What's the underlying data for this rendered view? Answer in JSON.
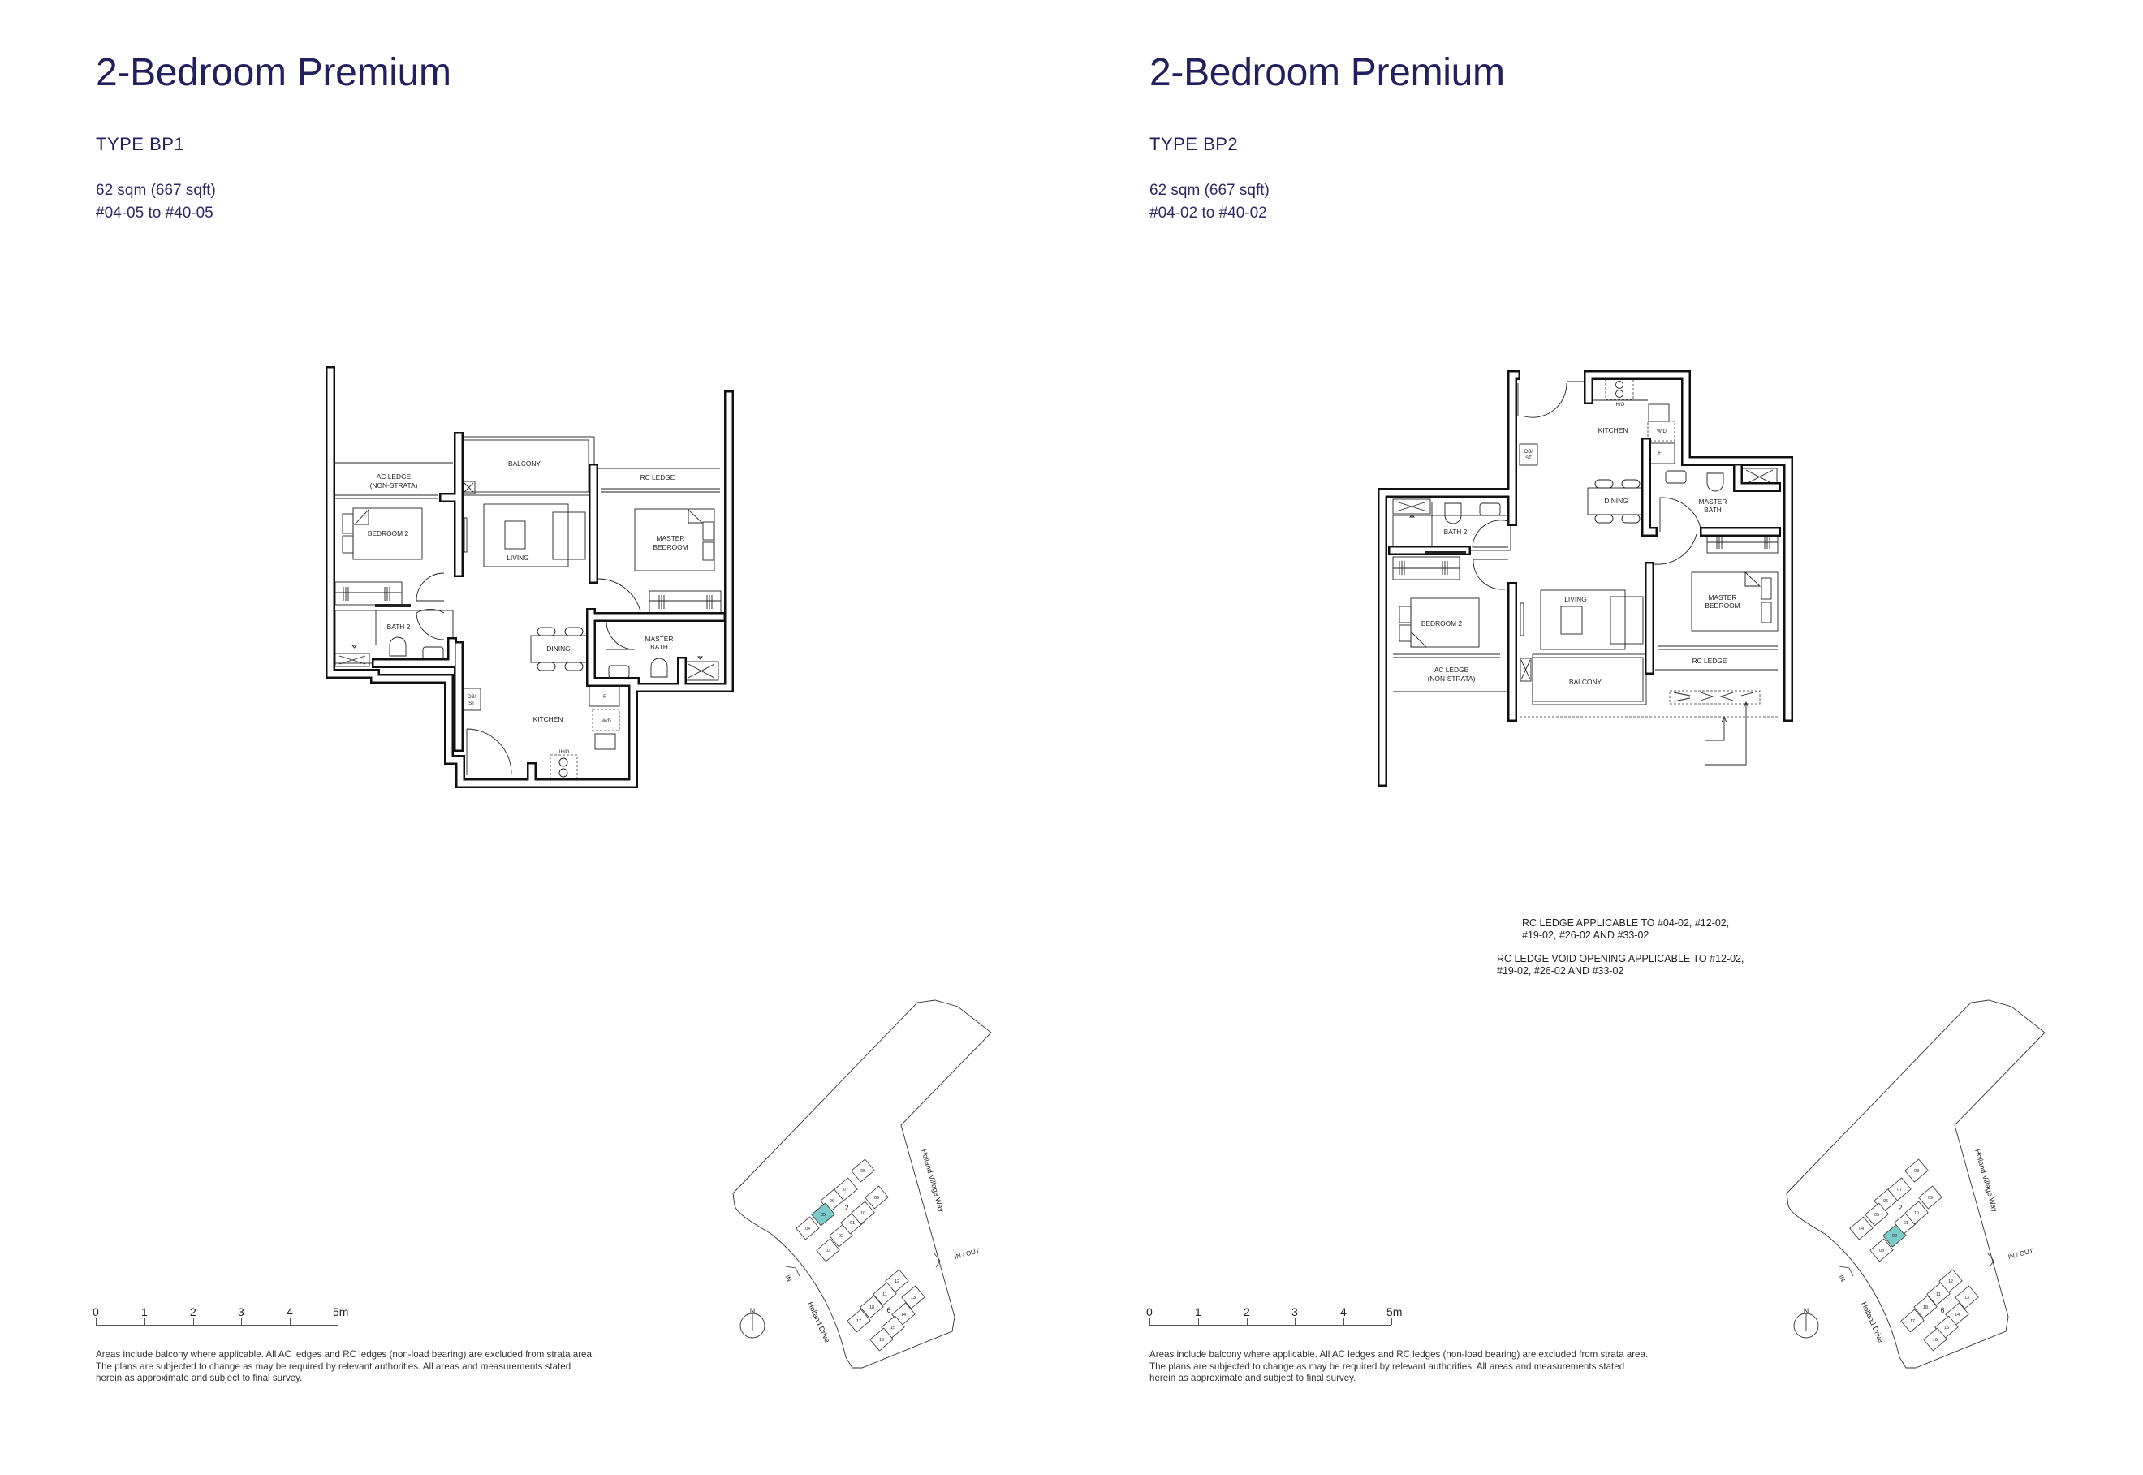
{
  "panels": [
    {
      "title": "2-Bedroom Premium",
      "type": "TYPE BP1",
      "area": "62 sqm (667 sqft)",
      "units": "#04-05 to #40-05",
      "rooms": {
        "balcony": "BALCONY",
        "ac_ledge_1": "AC LEDGE",
        "ac_ledge_2": "(NON-STRATA)",
        "rc_ledge": "RC LEDGE",
        "bedroom2": "BEDROOM 2",
        "living": "LIVING",
        "master_bedroom_1": "MASTER",
        "master_bedroom_2": "BEDROOM",
        "bath2": "BATH 2",
        "dining": "DINING",
        "master_bath_1": "MASTER",
        "master_bath_2": "BATH",
        "dbst_1": "DB/",
        "dbst_2": "ST",
        "kitchen": "KITCHEN",
        "fridge": "F",
        "washer": "W/D",
        "hob": "IH/O"
      },
      "scale": [
        "0",
        "1",
        "2",
        "3",
        "4",
        "5m"
      ],
      "footnote": "Areas include balcony where applicable. All AC ledges and RC ledges (non-load bearing) are excluded from strata area. The plans are subjected to change as may be required by relevant authorities. All areas and measurements stated herein as approximate and subject to final survey.",
      "site": {
        "highlight": "05",
        "north": "N",
        "road1": "Holland Village Way",
        "road2": "Holland Drive",
        "in": "IN",
        "inout": "IN / OUT",
        "block_a": "2",
        "block_b": "6"
      }
    },
    {
      "title": "2-Bedroom Premium",
      "type": "TYPE BP2",
      "area": "62 sqm (667 sqft)",
      "units": "#04-02 to #40-02",
      "rooms": {
        "balcony": "BALCONY",
        "ac_ledge_1": "AC LEDGE",
        "ac_ledge_2": "(NON-STRATA)",
        "rc_ledge": "RC LEDGE",
        "bedroom2": "BEDROOM 2",
        "living": "LIVING",
        "master_bedroom_1": "MASTER",
        "master_bedroom_2": "BEDROOM",
        "bath2": "BATH 2",
        "dining": "DINING",
        "master_bath_1": "MASTER",
        "master_bath_2": "BATH",
        "dbst_1": "DB/",
        "dbst_2": "ST",
        "kitchen": "KITCHEN",
        "fridge": "F",
        "washer": "W/D",
        "hob": "IH/O"
      },
      "notes": [
        "RC LEDGE APPLICABLE TO #04-02, #12-02,\n#19-02, #26-02 AND #33-02",
        "RC LEDGE VOID OPENING APPLICABLE TO #12-02,\n#19-02, #26-02 AND #33-02"
      ],
      "scale": [
        "0",
        "1",
        "2",
        "3",
        "4",
        "5m"
      ],
      "footnote": "Areas include balcony where applicable. All AC ledges and RC ledges (non-load bearing) are excluded from strata area. The plans are subjected to change as may be required by relevant authorities. All areas and measurements stated herein as approximate and subject to final survey.",
      "site": {
        "highlight": "02",
        "north": "N",
        "road1": "Holland Village Way",
        "road2": "Holland Drive",
        "in": "IN",
        "inout": "IN / OUT",
        "block_a": "2",
        "block_b": "6"
      }
    }
  ],
  "site_units": [
    "08",
    "07",
    "06",
    "05",
    "04",
    "03",
    "02",
    "01",
    "10",
    "09",
    "12",
    "11",
    "13",
    "18",
    "14",
    "17",
    "15",
    "16"
  ],
  "colors": {
    "title": "#22205e",
    "highlight": "#7ccaca"
  }
}
